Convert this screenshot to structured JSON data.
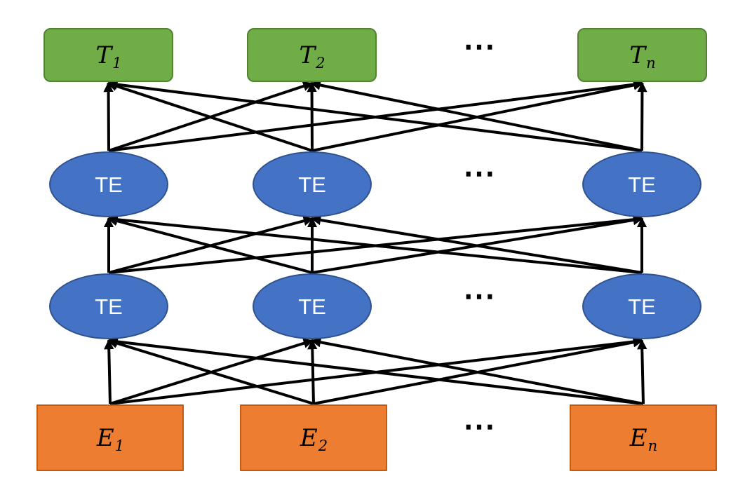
{
  "diagram": {
    "ellipsis": "⋯",
    "layers": {
      "outputs": {
        "shape": "rounded-rectangle",
        "nodes": [
          {
            "main": "T",
            "sub": "1"
          },
          {
            "main": "T",
            "sub": "2"
          },
          {
            "main": "T",
            "sub": "n"
          }
        ]
      },
      "encoder_upper": {
        "shape": "ellipse",
        "label": "TE"
      },
      "encoder_lower": {
        "shape": "ellipse",
        "label": "TE"
      },
      "inputs": {
        "shape": "rectangle",
        "nodes": [
          {
            "main": "E",
            "sub": "1"
          },
          {
            "main": "E",
            "sub": "2"
          },
          {
            "main": "E",
            "sub": "n"
          }
        ]
      }
    },
    "edges": [
      {
        "from": "inputs",
        "to": "encoder-lower",
        "type": "complete-bipartite",
        "direction": "up"
      },
      {
        "from": "encoder-lower",
        "to": "encoder-upper",
        "type": "complete-bipartite",
        "direction": "up"
      },
      {
        "from": "encoder-upper",
        "to": "outputs",
        "type": "complete-bipartite",
        "direction": "up"
      }
    ],
    "colors": {
      "output_fill": "#70AD47",
      "output_border": "#548235",
      "encoder_fill": "#4472C4",
      "encoder_border": "#2F528F",
      "input_fill": "#ED7D31",
      "input_border": "#C55A11",
      "encoder_text": "#FFFFFF",
      "label_text": "#000000",
      "arrow": "#000000",
      "background": "#FFFFFF"
    }
  }
}
